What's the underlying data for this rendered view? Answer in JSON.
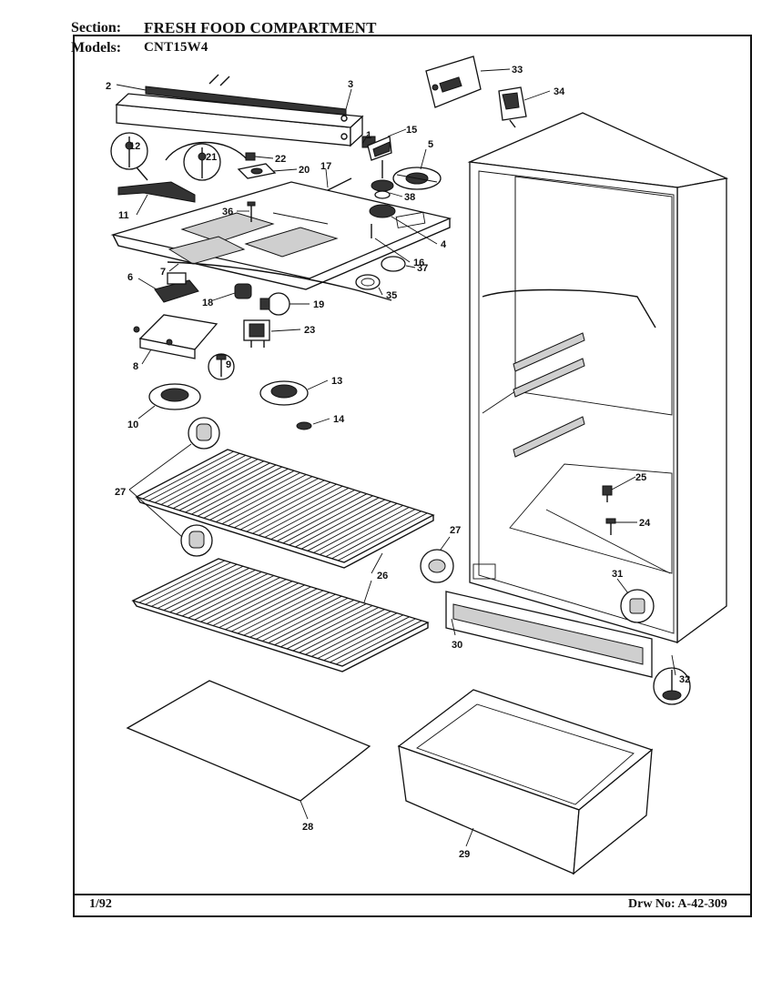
{
  "header": {
    "section_label": "Section:",
    "section_value": "FRESH FOOD COMPARTMENT",
    "models_label": "Models:",
    "models_value": "CNT15W4"
  },
  "footer": {
    "date": "1/92",
    "drawing_number": "Drw No: A-42-309"
  },
  "callouts": [
    "2",
    "3",
    "1",
    "15",
    "5",
    "33",
    "34",
    "12",
    "21",
    "22",
    "20",
    "17",
    "38",
    "36",
    "11",
    "4",
    "16",
    "37",
    "7",
    "6",
    "35",
    "18",
    "19",
    "8",
    "9",
    "23",
    "13",
    "10",
    "14",
    "27",
    "27",
    "26",
    "27",
    "30",
    "25",
    "24",
    "31",
    "32",
    "28",
    "29"
  ]
}
